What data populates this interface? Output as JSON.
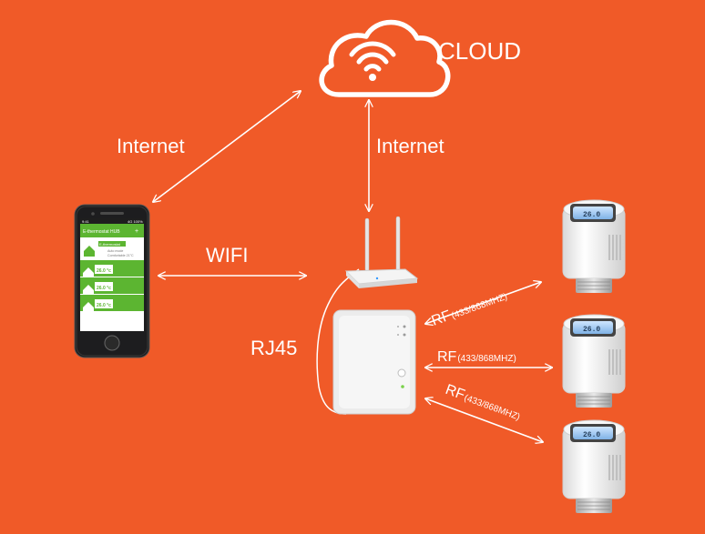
{
  "diagram": {
    "background_color": "#f05a28",
    "line_color": "#ffffff",
    "cloud": {
      "label": "CLOUD",
      "icon": "cloud-wifi-icon"
    },
    "links": {
      "phone_to_cloud": "Internet",
      "router_to_cloud": "Internet",
      "phone_to_router": "WIFI",
      "router_to_gateway": "RJ45",
      "rf": [
        {
          "prefix": "RF",
          "band": "(433/868MHZ)"
        },
        {
          "prefix": "RF",
          "band": "(433/868MHZ)"
        },
        {
          "prefix": "RF",
          "band": "(433/868MHZ)"
        }
      ]
    },
    "phone": {
      "icon": "smartphone-icon",
      "app_title": "E-thermostat HUB",
      "status_bar_time": "9:41",
      "status_bar_info": "4G 100%",
      "header_label": "E-thermostat",
      "header_sub1": "Auto mode",
      "header_sub2": "Comfortable 21°C",
      "rows": [
        {
          "temp": "26.0 °c"
        },
        {
          "temp": "26.0 °c"
        },
        {
          "temp": "26.0 °c"
        }
      ]
    },
    "router": {
      "icon": "wifi-router-icon"
    },
    "gateway": {
      "icon": "gateway-hub-icon"
    },
    "thermostats": [
      {
        "icon": "radiator-valve-icon",
        "display": "26.0"
      },
      {
        "icon": "radiator-valve-icon",
        "display": "26.0"
      },
      {
        "icon": "radiator-valve-icon",
        "display": "26.0"
      }
    ]
  }
}
